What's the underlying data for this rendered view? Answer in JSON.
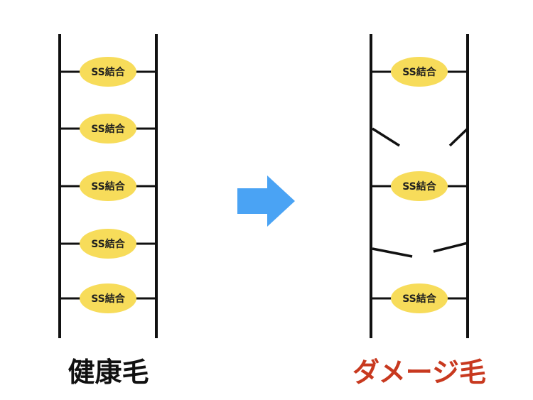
{
  "colors": {
    "rail": "#111111",
    "bond_fill": "#f7dc5a",
    "bond_text": "#1f1f1f",
    "arrow": "#4aa3f4",
    "healthy_caption": "#111111",
    "damaged_caption": "#c8391f"
  },
  "bond_label": "SS結合",
  "healthy": {
    "caption": "健康毛",
    "bonds": [
      "SS結合",
      "SS結合",
      "SS結合",
      "SS結合",
      "SS結合"
    ]
  },
  "damaged": {
    "caption": "ダメージ毛",
    "bonds": [
      "SS結合",
      "SS結合",
      "SS結合"
    ],
    "broken_bond_count": 2
  },
  "arrow_icon": "arrow-right-icon"
}
